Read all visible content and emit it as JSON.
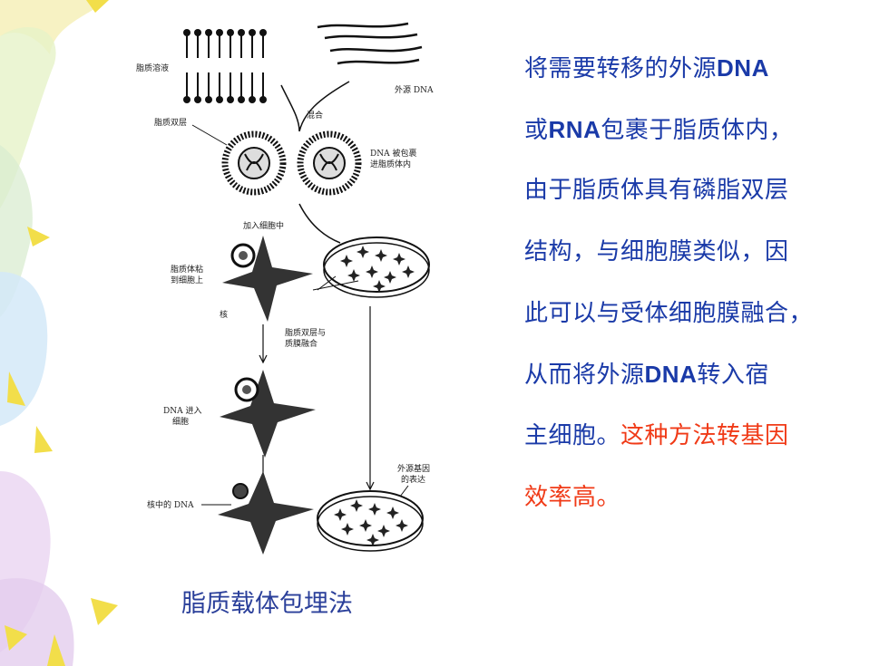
{
  "palette": {
    "text_blue": "#1a3aa8",
    "text_red": "#f03a17",
    "caption_blue": "#2a3f9a"
  },
  "diagram": {
    "labels": {
      "lipid_solution": "脂质溶液",
      "foreign_dna": "外源 DNA",
      "mix": "混合",
      "lipid_bilayer": "脂质双层",
      "dna_wrapped_1": "DNA 被包裹",
      "dna_wrapped_2": "进脂质体内",
      "add_to_cells": "加入细胞中",
      "lipid_bind_1": "脂质体粘",
      "lipid_bind_2": "到细胞上",
      "nucleus": "核",
      "fusion_1": "脂质双层与",
      "fusion_2": "质膜融合",
      "dna_enter_1": "DNA 进入",
      "dna_enter_2": "细胞",
      "expression_1": "外源基因",
      "expression_2": "的表达",
      "dna_in_nucleus": "核中的 DNA"
    }
  },
  "caption": "脂质载体包埋法",
  "text": {
    "l1a": "将需要转移的外源",
    "l1b": "DNA",
    "l2a": "或",
    "l2b": "RNA",
    "l2c": "包裹于脂质体内，",
    "l3": "由于脂质体具有磷脂双层",
    "l4": "结构，与细胞膜类似，因",
    "l5": "此可以与受体细胞膜融合，",
    "l6a": "从而将外源",
    "l6b": "DNA",
    "l6c": "转入宿",
    "l7a": "主细胞。",
    "l7b": "这种方法转基因",
    "l8": "效率高。"
  }
}
